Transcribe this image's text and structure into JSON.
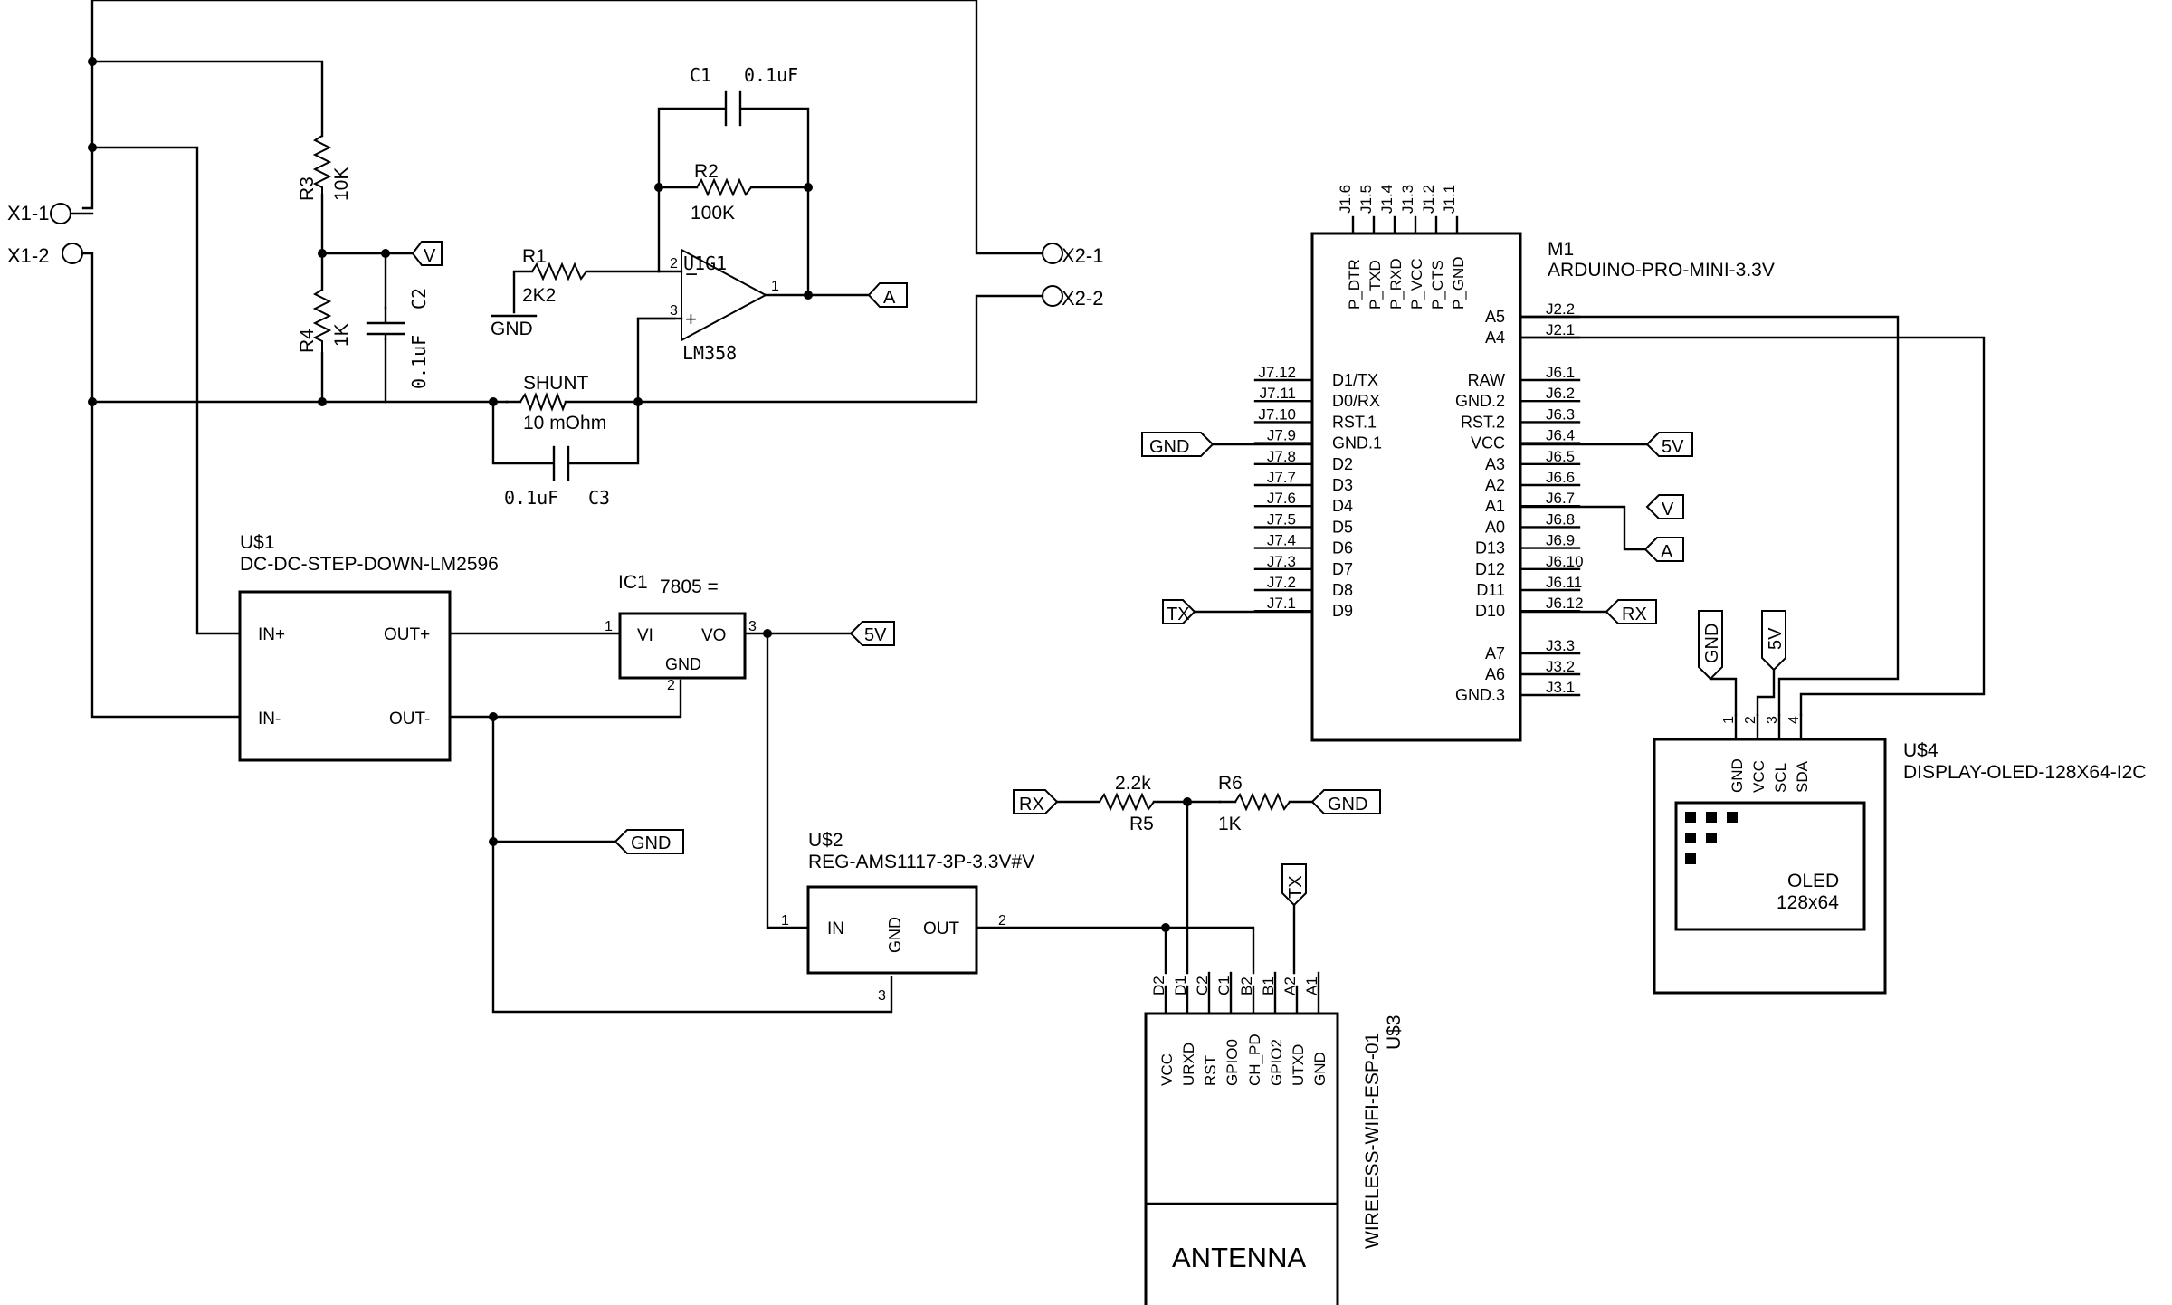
{
  "connectors": {
    "x1_1": "X1-1",
    "x1_2": "X1-2",
    "x2_1": "X2-1",
    "x2_2": "X2-2"
  },
  "sense": {
    "r3_name": "R3",
    "r3_value": "10K",
    "r4_name": "R4",
    "r4_value": "1K",
    "c2_name": "C2",
    "c2_value": "0.1uF",
    "r1_name": "R1",
    "r1_value": "2K2",
    "r2_name": "R2",
    "r2_value": "100K",
    "c1_name": "C1",
    "c1_value": "0.1uF",
    "shunt_name": "SHUNT",
    "shunt_value": "10 mOhm",
    "c3_name": "C3",
    "c3_value": "0.1uF",
    "opamp_name": "U1G1",
    "opamp_value": "LM358",
    "opamp_minus": "−",
    "opamp_plus": "+",
    "pin1": "1",
    "pin2": "2",
    "pin3": "3"
  },
  "net_labels": {
    "v": "V",
    "a": "A",
    "gnd": "GND",
    "five_v": "5V",
    "tx": "TX",
    "rx": "RX"
  },
  "buck": {
    "ref": "U$1",
    "name": "DC-DC-STEP-DOWN-LM2596",
    "in_plus": "IN+",
    "in_minus": "IN-",
    "out_plus": "OUT+",
    "out_minus": "OUT-"
  },
  "reg7805": {
    "ref": "IC1",
    "value": "7805 =",
    "vi": "VI",
    "vo": "VO",
    "gnd": "GND",
    "pin1": "1",
    "pin2": "2",
    "pin3": "3"
  },
  "ams": {
    "ref": "U$2",
    "name": "REG-AMS1117-3P-3.3V#V",
    "in": "IN",
    "gnd": "GND",
    "out": "OUT",
    "pin1": "1",
    "pin2": "2",
    "pin3": "3"
  },
  "esp_resistors": {
    "r5_name": "R5",
    "r5_value": "2.2k",
    "r6_name": "R6",
    "r6_value": "1K"
  },
  "esp": {
    "ref": "U$3",
    "name": "WIRELESS-WIFI-ESP-01",
    "antenna": "ANTENNA",
    "pad_names": [
      "D2",
      "D1",
      "C2",
      "C1",
      "B2",
      "B1",
      "A2",
      "A1"
    ],
    "pin_names": [
      "VCC",
      "URXD",
      "RST",
      "GPIO0",
      "CH_PD",
      "GPIO2",
      "UTXD",
      "GND"
    ]
  },
  "arduino": {
    "ref": "M1",
    "name": "ARDUINO-PRO-MINI-3.3V",
    "top_pads": [
      "J1.6",
      "J1.5",
      "J1.4",
      "J1.3",
      "J1.2",
      "J1.1"
    ],
    "top_pins": [
      "P_DTR",
      "P_TXD",
      "P_RXD",
      "P_VCC",
      "P_CTS",
      "P_GND"
    ],
    "left_pads": [
      "J7.12",
      "J7.11",
      "J7.10",
      "J7.9",
      "J7.8",
      "J7.7",
      "J7.6",
      "J7.5",
      "J7.4",
      "J7.3",
      "J7.2",
      "J7.1"
    ],
    "left_pins": [
      "D1/TX",
      "D0/RX",
      "RST.1",
      "GND.1",
      "D2",
      "D3",
      "D4",
      "D5",
      "D6",
      "D7",
      "D8",
      "D9"
    ],
    "right_top_pads": [
      "J2.2",
      "J2.1"
    ],
    "right_top_pins": [
      "A5",
      "A4"
    ],
    "right_pads": [
      "J6.1",
      "J6.2",
      "J6.3",
      "J6.4",
      "J6.5",
      "J6.6",
      "J6.7",
      "J6.8",
      "J6.9",
      "J6.10",
      "J6.11",
      "J6.12"
    ],
    "right_pins": [
      "RAW",
      "GND.2",
      "RST.2",
      "VCC",
      "A3",
      "A2",
      "A1",
      "A0",
      "D13",
      "D12",
      "D11",
      "D10"
    ],
    "bottom_pads": [
      "J3.3",
      "J3.2",
      "J3.1"
    ],
    "bottom_pins": [
      "A7",
      "A6",
      "GND.3"
    ]
  },
  "oled": {
    "ref": "U$4",
    "name": "DISPLAY-OLED-128X64-I2C",
    "pins": [
      "GND",
      "VCC",
      "SCL",
      "SDA"
    ],
    "pin_numbers": [
      "1",
      "2",
      "3",
      "4"
    ],
    "screen_line1": "OLED",
    "screen_line2": "128x64"
  }
}
